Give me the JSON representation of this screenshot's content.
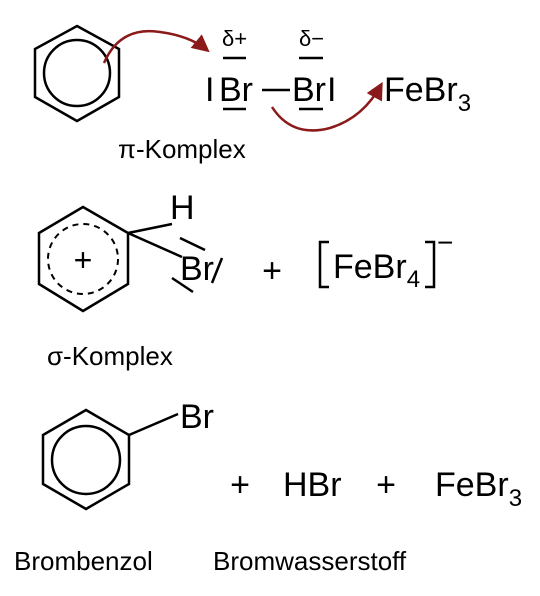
{
  "colors": {
    "ink": "#000000",
    "arrow": "#8b1a1a"
  },
  "step1": {
    "delta_plus": "δ+",
    "delta_minus": "δ−",
    "br_left": "Br",
    "br_right": "Br",
    "lewis_bar": "I",
    "fe": "FeBr",
    "fe_sub": "3",
    "label": "π-Komplex"
  },
  "step2": {
    "h": "H",
    "plus_in_ring": "+",
    "br": "Br",
    "plus": "+",
    "complex_main": "FeBr",
    "complex_sub": "4",
    "complex_charge": "−",
    "label": "σ-Komplex"
  },
  "step3": {
    "br": "Br",
    "plus1": "+",
    "hbr": "HBr",
    "plus2": "+",
    "fe": "FeBr",
    "fe_sub": "3",
    "label_left": "Brombenzol",
    "label_right": "Bromwasserstoff"
  }
}
